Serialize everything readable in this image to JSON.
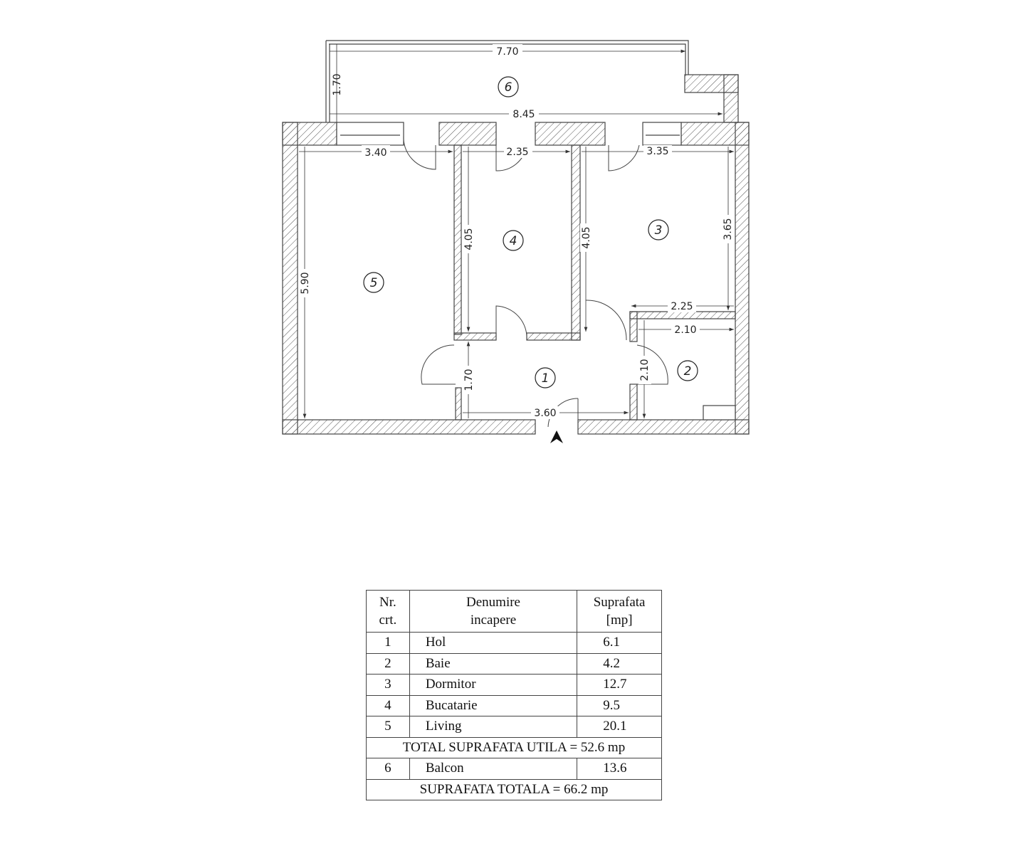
{
  "plan": {
    "dimensions": {
      "balcony_width": "7.70",
      "balcony_depth": "1.70",
      "balcony_inner": "8.45",
      "living_width": "3.40",
      "kitchen_width": "2.35",
      "bedroom_width": "3.35",
      "living_length": "5.90",
      "kitchen_length_left": "4.05",
      "kitchen_length_right": "4.05",
      "bedroom_length": "3.65",
      "bedroom_step": "2.25",
      "bath_width": "2.10",
      "bath_length": "2.10",
      "hall_depth": "1.70",
      "hall_width": "3.60"
    },
    "rooms": [
      "1",
      "2",
      "3",
      "4",
      "5",
      "6"
    ],
    "entrance_icon": "entrance-arrow-icon"
  },
  "table": {
    "headers": {
      "nr": "Nr.",
      "nr2": "crt.",
      "name": "Denumire",
      "name2": "incapere",
      "area": "Suprafata",
      "area2": "[mp]"
    },
    "rows": [
      {
        "nr": "1",
        "name": "Hol",
        "area": "6.1"
      },
      {
        "nr": "2",
        "name": "Baie",
        "area": "4.2"
      },
      {
        "nr": "3",
        "name": "Dormitor",
        "area": "12.7"
      },
      {
        "nr": "4",
        "name": "Bucatarie",
        "area": "9.5"
      },
      {
        "nr": "5",
        "name": "Living",
        "area": "20.1"
      }
    ],
    "total_util": "TOTAL SUPRAFATA UTILA = 52.6 mp",
    "balcony_row": {
      "nr": "6",
      "name": "Balcon",
      "area": "13.6"
    },
    "total": "SUPRAFATA TOTALA = 66.2 mp"
  }
}
